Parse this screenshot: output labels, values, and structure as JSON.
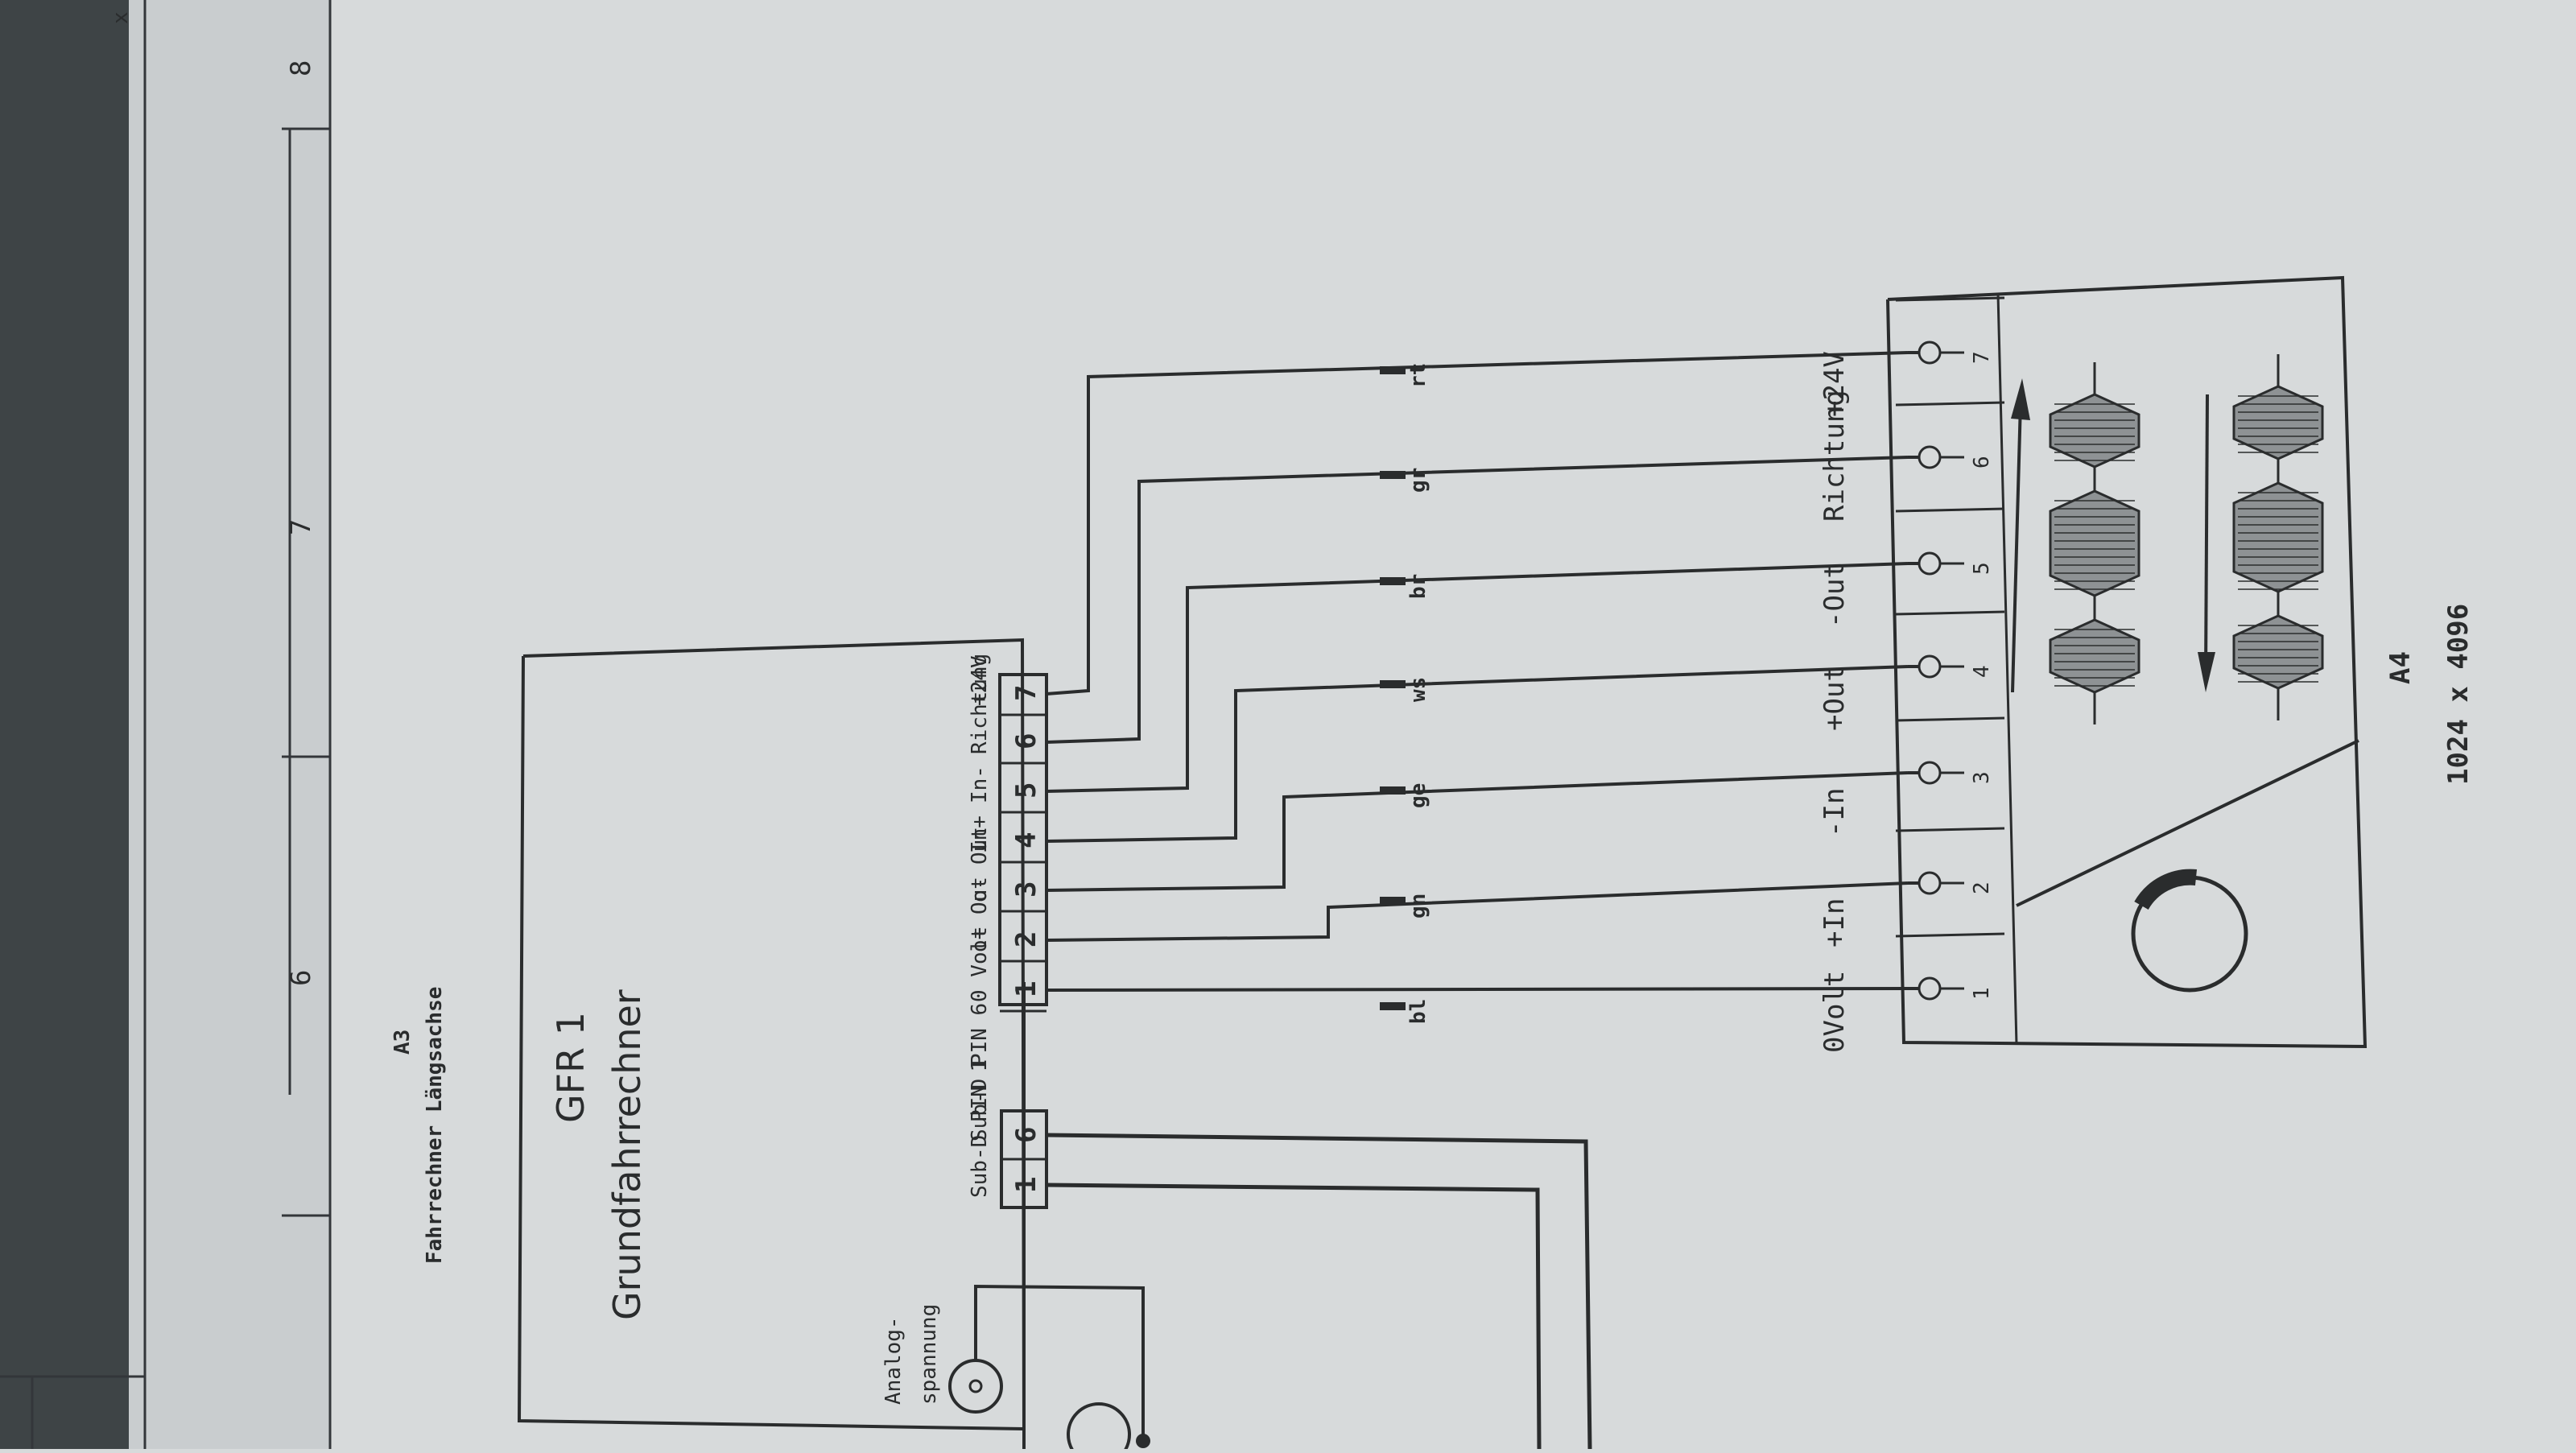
{
  "sheet": {
    "column_markers": [
      "6",
      "7",
      "8"
    ],
    "corner_mark": "x"
  },
  "header": {
    "sheet_ref": "A3",
    "title": "Fahrrechner Längsachse"
  },
  "gfr": {
    "name": "GFR 1",
    "subtitle": "Grundfahrrechner",
    "pins": [
      "1",
      "2",
      "3",
      "4",
      "5",
      "6",
      "7"
    ],
    "pin_labels": [
      "0 Volt",
      "o+ Out",
      "o- Out",
      "In+",
      "In-",
      "Richtung",
      "+24V"
    ],
    "sub_pins": [
      "1",
      "6"
    ],
    "sub_pin_labels": [
      "Sub-D PIN 1",
      "Sub-D PIN 6"
    ]
  },
  "analog": {
    "label_line1": "Analog-",
    "label_line2": "spannung"
  },
  "wires": [
    "bl",
    "gn",
    "ge",
    "ws",
    "br",
    "gr",
    "rt"
  ],
  "a4": {
    "terminals": [
      "1",
      "2",
      "3",
      "4",
      "5",
      "6",
      "7"
    ],
    "signals": [
      "0Volt",
      "+In",
      "-In",
      "+Out",
      "-Out",
      "Richtung",
      "+24V"
    ],
    "ref": "A4",
    "size": "1024 x 4096"
  }
}
